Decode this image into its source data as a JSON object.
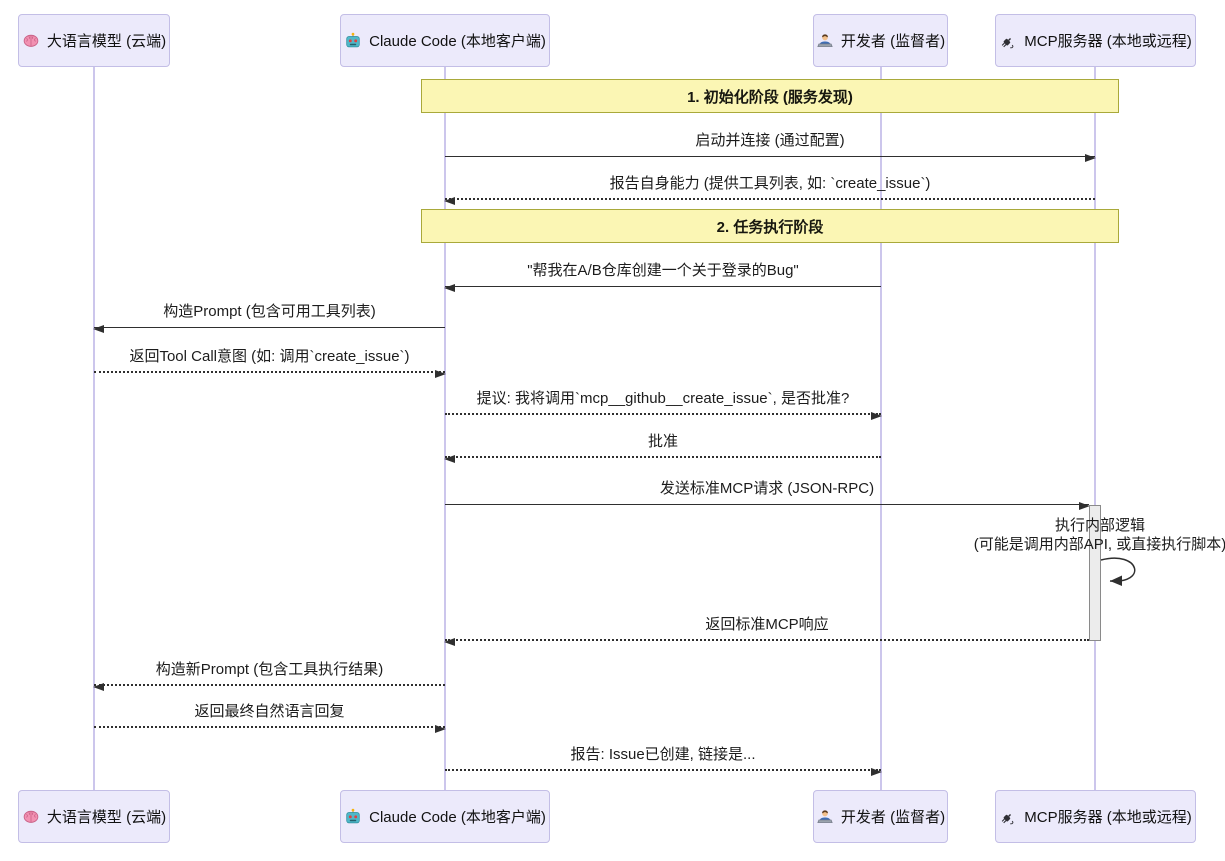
{
  "diagram": {
    "participants": [
      {
        "id": "llm",
        "icon": "brain-icon",
        "label": "大语言模型 (云端)"
      },
      {
        "id": "claude",
        "icon": "robot-icon",
        "label": "Claude Code (本地客户端)"
      },
      {
        "id": "developer",
        "icon": "technologist-icon",
        "label": "开发者 (监督者)"
      },
      {
        "id": "mcp",
        "icon": "plug-icon",
        "label": "MCP服务器 (本地或远程)"
      }
    ],
    "phases": [
      {
        "label": "1. 初始化阶段 (服务发现)"
      },
      {
        "label": "2. 任务执行阶段"
      }
    ],
    "messages": [
      {
        "text": "启动并连接 (通过配置)",
        "from": "claude",
        "to": "mcp",
        "line": "solid"
      },
      {
        "text": "报告自身能力 (提供工具列表, 如: `create_issue`)",
        "from": "mcp",
        "to": "claude",
        "line": "dotted"
      },
      {
        "text": "\"帮我在A/B仓库创建一个关于登录的Bug\"",
        "from": "developer",
        "to": "claude",
        "line": "solid"
      },
      {
        "text": "构造Prompt (包含可用工具列表)",
        "from": "claude",
        "to": "llm",
        "line": "solid"
      },
      {
        "text": "返回Tool Call意图 (如: 调用`create_issue`)",
        "from": "llm",
        "to": "claude",
        "line": "dotted"
      },
      {
        "text": "提议: 我将调用`mcp__github__create_issue`, 是否批准?",
        "from": "claude",
        "to": "developer",
        "line": "dotted"
      },
      {
        "text": "批准",
        "from": "developer",
        "to": "claude",
        "line": "dotted"
      },
      {
        "text": "发送标准MCP请求 (JSON-RPC)",
        "from": "claude",
        "to": "mcp",
        "line": "solid"
      },
      {
        "type": "self",
        "on": "mcp",
        "text_line1": "执行内部逻辑",
        "text_line2": "(可能是调用内部API, 或直接执行脚本)"
      },
      {
        "text": "返回标准MCP响应",
        "from": "mcp",
        "to": "claude",
        "line": "dotted"
      },
      {
        "text": "构造新Prompt (包含工具执行结果)",
        "from": "claude",
        "to": "llm",
        "line": "dotted"
      },
      {
        "text": "返回最终自然语言回复",
        "from": "llm",
        "to": "claude",
        "line": "dotted"
      },
      {
        "text": "报告: Issue已创建, 链接是...",
        "from": "claude",
        "to": "developer",
        "line": "dotted"
      }
    ],
    "colors": {
      "actor_fill": "#ECEAFB",
      "actor_border": "#C3BEE6",
      "lifeline": "#CCC6EC",
      "note_fill": "#FBF6B4",
      "note_border": "#A9A93A",
      "line": "#2f2f2f",
      "activation_fill": "#ECECEC",
      "activation_border": "#8a8a8a"
    }
  }
}
